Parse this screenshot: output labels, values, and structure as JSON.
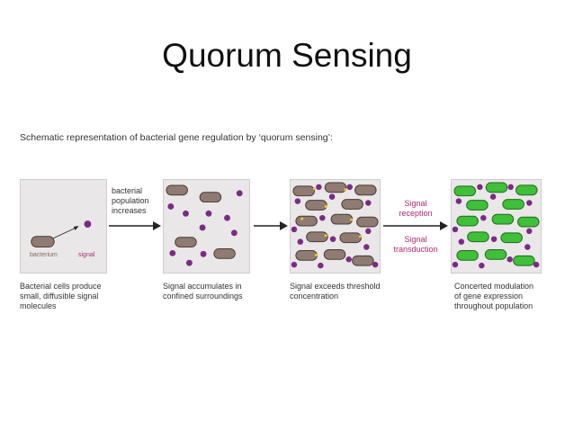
{
  "slide": {
    "title": "Quorum Sensing"
  },
  "figure": {
    "caption": "Schematic representation of bacterial gene regulation by ‘quorum sensing’:",
    "panel1": {
      "bacterium_label": "bacterium",
      "signal_label": "signal"
    },
    "arrow1": {
      "lines": [
        "bacterial",
        "population",
        "increases"
      ]
    },
    "arrow3": {
      "top_lines": [
        "Signal",
        "reception"
      ],
      "bottom_lines": [
        "Signal",
        "transduction"
      ]
    },
    "steps": [
      {
        "lines": [
          "Bacterial cells produce",
          "small, diffusible signal",
          "molecules"
        ]
      },
      {
        "lines": [
          "Signal accumulates in",
          "confined surroundings"
        ]
      },
      {
        "lines": [
          "Signal exceeds threshold",
          "concentration"
        ]
      },
      {
        "lines": [
          "Concerted modulation",
          "of gene expression",
          "throughout population"
        ]
      }
    ]
  },
  "colors": {
    "bacterium_fill": "#8f7b72",
    "bacterium_stroke": "#4a3a33",
    "signal": "#7b2a86",
    "active_bacterium": "#3fbf3a",
    "panel_bg": "#e9e7e7",
    "signal_text": "#b0286e"
  }
}
